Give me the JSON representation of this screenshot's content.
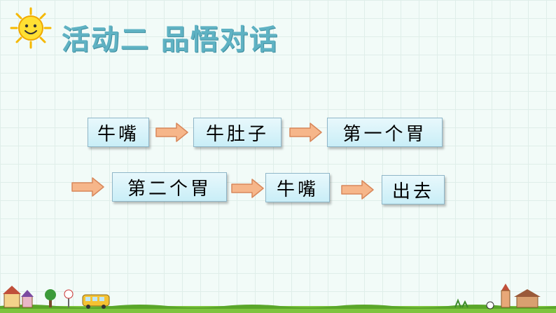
{
  "slide": {
    "title": "活动二 品悟对话",
    "row1": [
      "牛嘴",
      "牛肚子",
      "第一个胃"
    ],
    "row2": [
      "第二个胃",
      "牛嘴",
      "出去"
    ]
  },
  "colors": {
    "title": "#5fb2c3",
    "box_fill": "#d3f1f8",
    "box_border": "#8fb6c8",
    "arrow_fill": "#f6b68a",
    "arrow_stroke": "#d8875a",
    "sun": "#ffe033"
  }
}
